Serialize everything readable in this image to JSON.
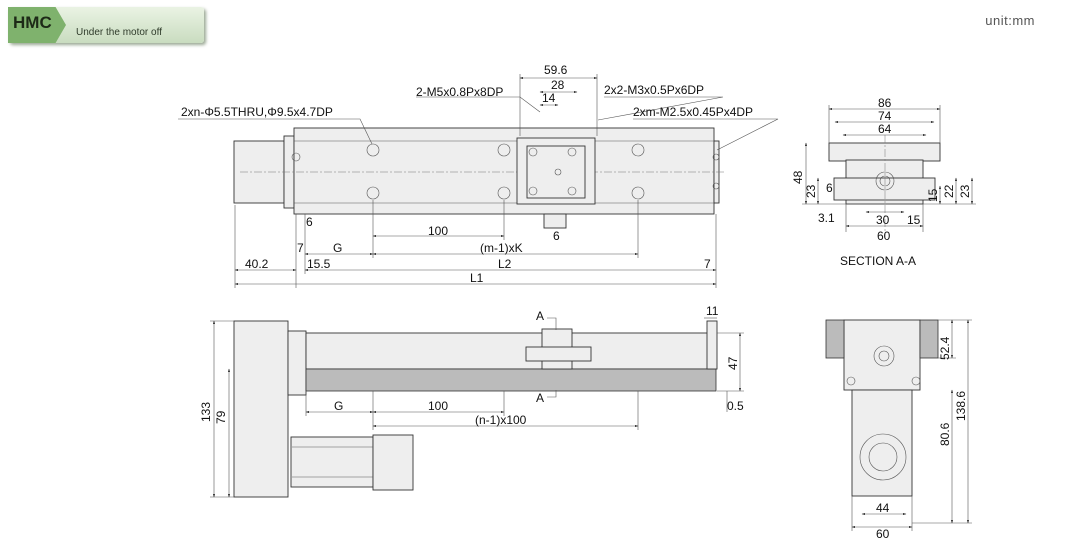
{
  "header": {
    "code": "HMC",
    "subtitle": "Under the motor off"
  },
  "unit_label": "unit:mm",
  "top_view": {
    "callout_thru": "2xn-Φ5.5THRU,Φ9.5x4.7DP",
    "callout_m5": "2-M5x0.8Px8DP",
    "callout_m3": "2x2-M3x0.5Px6DP",
    "callout_m25": "2xm-M2.5x0.45Px4DP",
    "dim_59_6": "59.6",
    "dim_28": "28",
    "dim_14": "14",
    "dim_6_left": "6",
    "dim_6_bottom": "6",
    "dim_100": "100",
    "dim_7_left": "7",
    "dim_g": "G",
    "dim_mk": "(m-1)xK",
    "dim_40_2": "40.2",
    "dim_15_5": "15.5",
    "dim_l2": "L2",
    "dim_7_right": "7",
    "dim_l1": "L1"
  },
  "section_view": {
    "dim_86": "86",
    "dim_74": "74",
    "dim_64": "64",
    "dim_48": "48",
    "dim_23_left": "23",
    "dim_6": "6",
    "dim_3_1": "3.1",
    "dim_30": "30",
    "dim_15_bottom": "15",
    "dim_15_right": "15",
    "dim_22": "22",
    "dim_23_right": "23",
    "dim_60": "60",
    "caption": "SECTION A-A"
  },
  "side_view": {
    "dim_11": "11",
    "label_a_top": "A",
    "label_a_bottom": "A",
    "dim_47": "47",
    "dim_133": "133",
    "dim_79": "79",
    "dim_g": "G",
    "dim_100": "100",
    "dim_n100": "(n-1)x100",
    "dim_0_5": "0.5"
  },
  "end_view": {
    "dim_52_4": "52.4",
    "dim_138_6": "138.6",
    "dim_80_6": "80.6",
    "dim_44": "44",
    "dim_60": "60"
  }
}
